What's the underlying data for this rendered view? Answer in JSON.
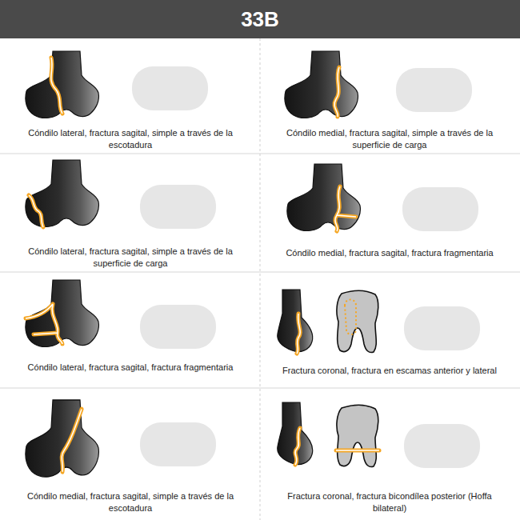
{
  "diagram": {
    "title": "33B",
    "labels": [
      "Cóndilo lateral, fractura sagital, simple a través de la escotadura",
      "Cóndilo medial, fractura sagital, simple a través de la superficie de carga",
      "Cóndilo lateral, fractura sagital, simple a través de la superficie de carga",
      "Cóndilo medial, fractura sagital, fractura fragmentaria",
      "Cóndilo lateral, fractura sagital, fractura fragmentaria",
      "Fractura coronal, fractura en escamas anterior y lateral",
      "Cóndilo medial, fractura sagital, simple a través de la escotadura",
      "Fractura coronal, fractura bicondílea posterior (Hoffa bilateral)"
    ]
  }
}
